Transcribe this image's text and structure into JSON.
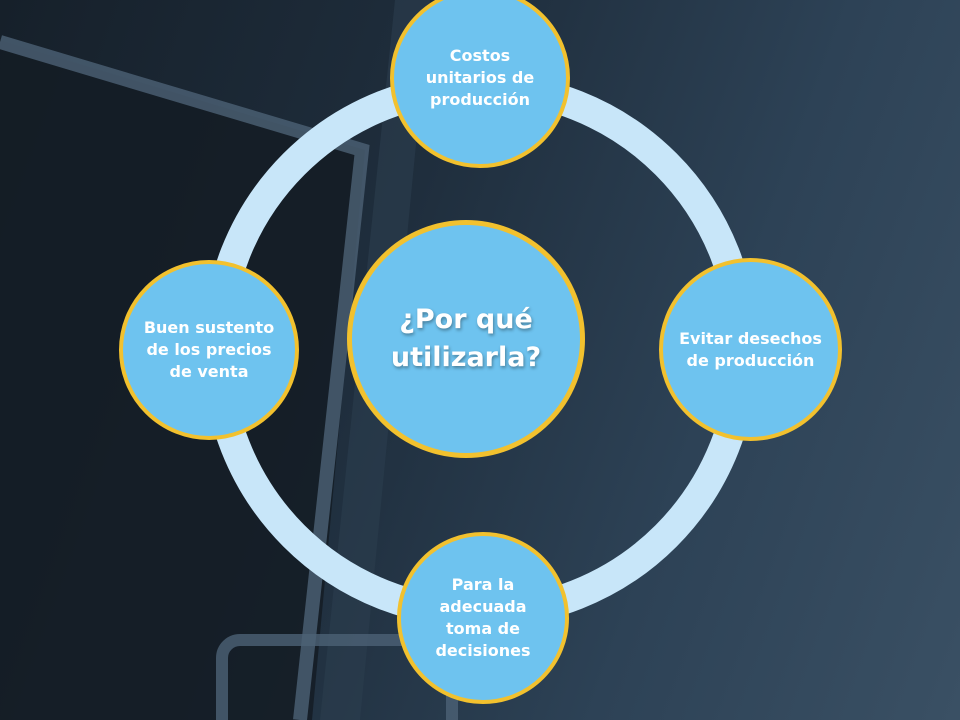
{
  "diagram": {
    "center": {
      "label": "¿Por qué utilizarla?"
    },
    "nodes": [
      {
        "id": "top",
        "label": "Costos unitarios de producción"
      },
      {
        "id": "right",
        "label": "Evitar desechos de producción"
      },
      {
        "id": "bottom",
        "label": "Para la adecuada toma de decisiones"
      },
      {
        "id": "left",
        "label": "Buen sustento de los precios de venta"
      }
    ]
  },
  "colors": {
    "background_dark": "#16202a",
    "background_light": "#3a5064",
    "node_fill": "#6ec3ef",
    "node_border": "#f2c12e",
    "ring": "#c8e6f9",
    "text": "#ffffff"
  }
}
